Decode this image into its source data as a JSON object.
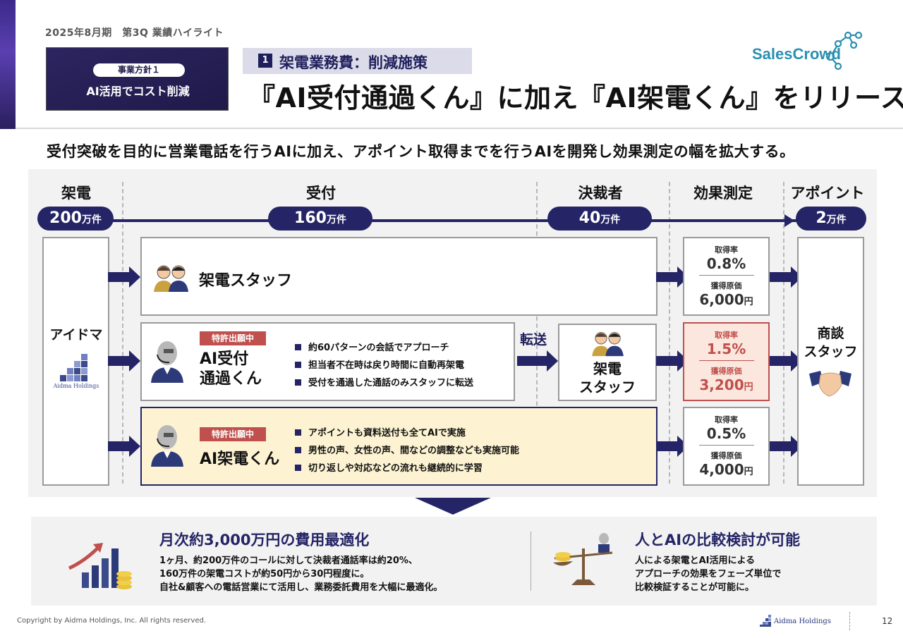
{
  "header": {
    "period": "2025年8月期　第3Q 業績ハイライト",
    "policy_pill": "事業方針１",
    "policy_text": "AI活用でコスト削減",
    "section_num": "1",
    "section_title": "架電業務費：削減施策",
    "headline": "『AI受付通過くん』に加え『AI架電くん』をリリース",
    "brand": "SalesCrowd"
  },
  "lead": "受付突破を目的に営業電話を行うAIに加え、アポイント取得までを行うAIを開発し効果測定の幅を拡大する。",
  "stages": [
    {
      "label": "架電",
      "count": "200",
      "unit": "万件"
    },
    {
      "label": "受付",
      "count": "160",
      "unit": "万件"
    },
    {
      "label": "決裁者",
      "count": "40",
      "unit": "万件"
    },
    {
      "label": "効果測定",
      "count": "",
      "unit": ""
    },
    {
      "label": "アポイント",
      "count": "2",
      "unit": "万件"
    }
  ],
  "source": {
    "label": "アイドマ",
    "logo_text": "Aidma Holdings"
  },
  "rows": {
    "staff": {
      "title": "架電スタッフ"
    },
    "ai_reception": {
      "patent": "特許出願中",
      "title_line1": "AI受付",
      "title_line2": "通過くん",
      "bullets": [
        "約60パターンの会話でアプローチ",
        "担当者不在時は戻り時間に自動再架電",
        "受付を通過した通話のみスタッフに転送"
      ],
      "transfer": "転送",
      "staff_line1": "架電",
      "staff_line2": "スタッフ"
    },
    "ai_caller": {
      "patent": "特許出願中",
      "title": "AI架電くん",
      "bullets": [
        "アポイントも資料送付も全てAIで実施",
        "男性の声、女性の声、間などの調整なども実施可能",
        "切り返しや対応などの流れも継続的に学習"
      ]
    }
  },
  "metrics": [
    {
      "rate_label": "取得率",
      "rate": "0.8%",
      "cost_label": "獲得原価",
      "cost": "6,000",
      "unit": "円"
    },
    {
      "rate_label": "取得率",
      "rate": "1.5%",
      "cost_label": "獲得原価",
      "cost": "3,200",
      "unit": "円"
    },
    {
      "rate_label": "取得率",
      "rate": "0.5%",
      "cost_label": "獲得原価",
      "cost": "4,000",
      "unit": "円"
    }
  ],
  "destination": {
    "line1": "商談",
    "line2": "スタッフ"
  },
  "bottom": {
    "left_title": "月次約3,000万円の費用最適化",
    "left_text": [
      "1ヶ月、約200万件のコールに対して決裁者通話率は約20%、",
      "160万件の架電コストが約50円から30円程度に。",
      "自社&顧客への電話営業にて活用し、業務委託費用を大幅に最適化。"
    ],
    "right_title": "人とAIの比較検討が可能",
    "right_text": [
      "人による架電とAI活用による",
      "アプローチの効果をフェーズ単位で",
      "比較検証することが可能に。"
    ]
  },
  "footer": {
    "copyright": "Copyright by Aidma Holdings, Inc. All rights reserved.",
    "logo_text": "Aidma Holdings",
    "page": "12"
  },
  "colors": {
    "navy": "#242466",
    "red": "#c0504d",
    "highlight": "#fdf3d2",
    "accent_teal": "#2a8fb0"
  }
}
